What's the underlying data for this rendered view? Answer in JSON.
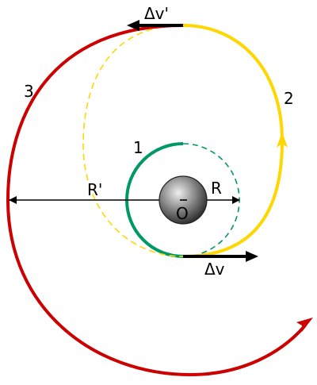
{
  "labels": {
    "orbit_1": "1",
    "orbit_2": "2",
    "orbit_3": "3",
    "radius_small": "R",
    "radius_large": "R'",
    "center": "O",
    "delta_v": "Δv",
    "delta_v_prime": "Δv'"
  },
  "colors": {
    "orbit_1": "#009966",
    "orbit_2": "#ffd700",
    "orbit_3": "#cc0000",
    "arrow": "#000000",
    "body": "#888888"
  }
}
